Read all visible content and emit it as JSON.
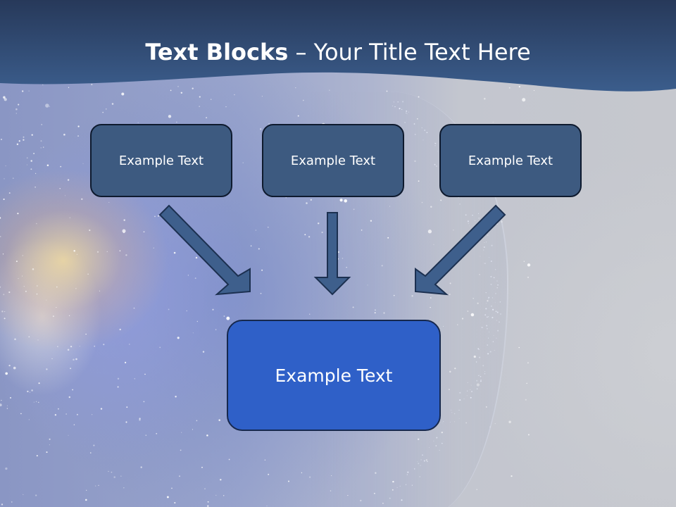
{
  "slide": {
    "title_bold": "Text Blocks",
    "title_dash": " – ",
    "title_rest": "Your Title Text Here"
  },
  "diagram": {
    "top_boxes": [
      {
        "label": "Example Text"
      },
      {
        "label": "Example Text"
      },
      {
        "label": "Example Text"
      }
    ],
    "bottom_box": {
      "label": "Example Text"
    }
  },
  "colors": {
    "header_band": "#2f4a75",
    "top_box_fill": "#3d5a80",
    "bottom_box_fill": "#2f60c8",
    "arrow_fill": "#3e5f8c"
  }
}
